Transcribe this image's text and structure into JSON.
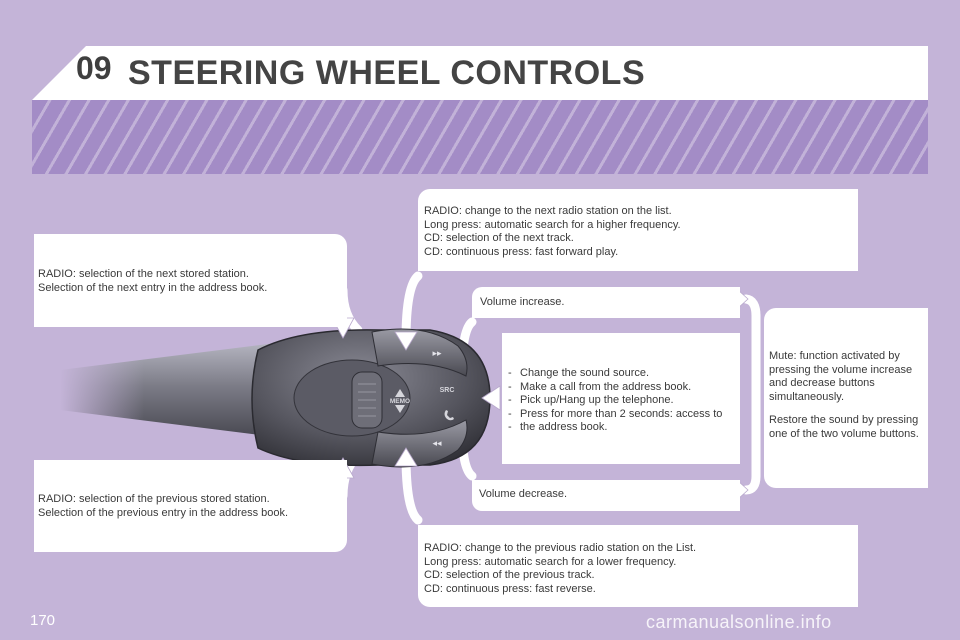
{
  "header": {
    "chapter_number": "09",
    "title": "STEERING WHEEL CONTROLS"
  },
  "panels": {
    "next_stored": {
      "lines": [
        "RADIO: selection of the next stored station.",
        "Selection of the next entry in the address book."
      ]
    },
    "prev_stored": {
      "lines": [
        "RADIO: selection of the previous stored station.",
        "Selection of the previous entry in the address book."
      ]
    },
    "radio_next": {
      "lines": [
        "RADIO: change to the next radio station on the list.",
        "Long press: automatic search for a higher frequency.",
        "CD: selection of the next track.",
        "CD: continuous press: fast forward play."
      ]
    },
    "radio_prev": {
      "lines": [
        "RADIO: change to the previous radio station on the List.",
        "Long press: automatic search for a lower frequency.",
        "CD: selection of the previous track.",
        "CD: continuous press: fast reverse."
      ]
    },
    "volume_up": {
      "text": "Volume increase."
    },
    "volume_down": {
      "text": "Volume decrease."
    },
    "source": {
      "items": [
        "Change the sound source.",
        "Make a call from the address book.",
        "Pick up/Hang up the telephone.",
        "Press for more than 2 seconds: access to",
        "the address book."
      ]
    },
    "mute": {
      "para1": [
        "Mute: function activated by",
        "pressing the volume increase",
        "and decrease buttons",
        "simultaneously."
      ],
      "para2": [
        "Restore the sound by pressing",
        "one of the two volume buttons."
      ]
    }
  },
  "stalk_labels": {
    "memo": "MEMO",
    "src": "SRC",
    "next_symbol": "▸▸",
    "prev_symbol": "◂◂"
  },
  "footer": {
    "page_number": "170",
    "watermark": "carmanualsonline.info"
  }
}
